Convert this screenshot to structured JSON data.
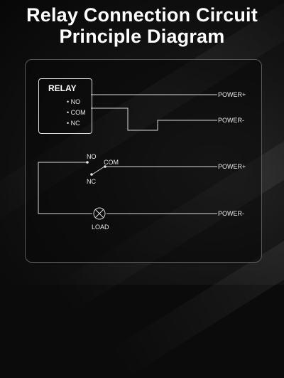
{
  "title": {
    "line1": "Relay Connection Circuit",
    "line2": "Principle Diagram"
  },
  "relay": {
    "name": "RELAY",
    "pins": [
      "NO",
      "COM",
      "NC"
    ]
  },
  "top_circuit": {
    "power_plus": "POWER+",
    "power_minus": "POWER-"
  },
  "bottom_circuit": {
    "no": "NO",
    "com": "COM",
    "nc": "NC",
    "power_plus": "POWER+",
    "power_minus": "POWER-",
    "load": "LOAD"
  },
  "colors": {
    "line": "#d8d8d8",
    "text": "#ffffff",
    "background": "#0b0b0b"
  }
}
